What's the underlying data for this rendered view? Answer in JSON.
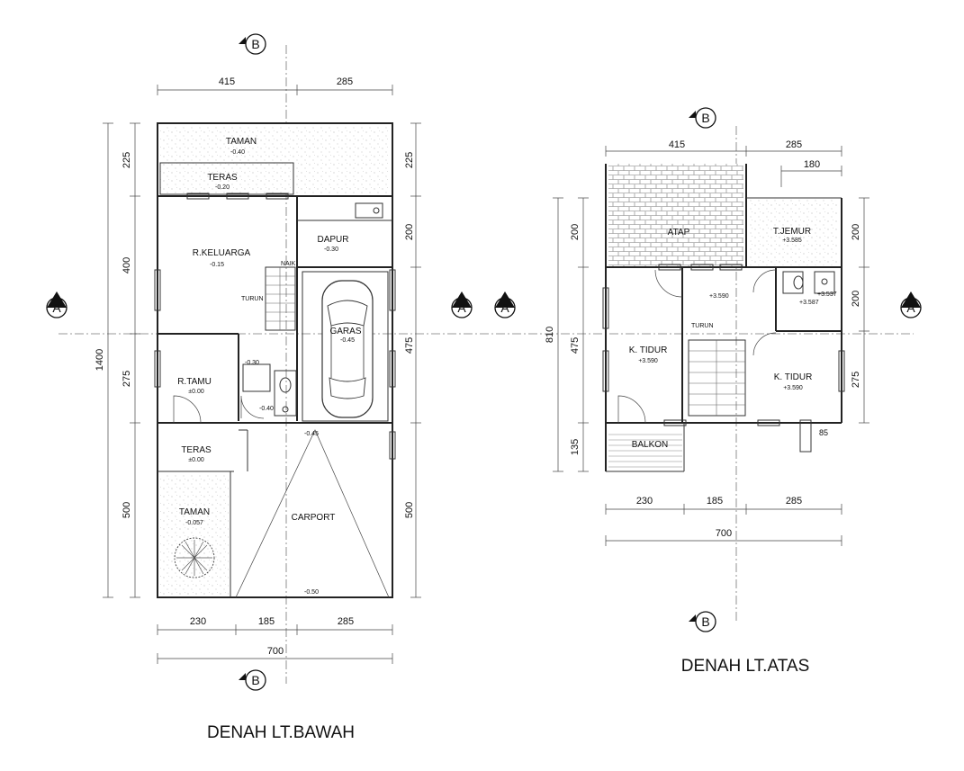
{
  "titles": {
    "ground": "DENAH LT.BAWAH",
    "upper": "DENAH LT.ATAS"
  },
  "section_markers": {
    "a": "A",
    "b": "B"
  },
  "ground_floor": {
    "rooms": {
      "taman_top": {
        "name": "TAMAN",
        "level": "-0.40"
      },
      "teras_top": {
        "name": "TERAS",
        "level": "-0.20"
      },
      "r_keluarga": {
        "name": "R.KELUARGA",
        "level": "-0.15"
      },
      "dapur": {
        "name": "DAPUR",
        "level": "-0.30"
      },
      "garas": {
        "name": "GARAS",
        "level": "-0.45"
      },
      "r_tamu": {
        "name": "R.TAMU",
        "level": "±0.00"
      },
      "teras_bottom": {
        "name": "TERAS",
        "level": "±0.00"
      },
      "taman_bottom": {
        "name": "TAMAN",
        "level": "-0.057"
      },
      "carport": {
        "name": "CARPORT",
        "level": "-0.50"
      }
    },
    "stair": {
      "naik": "NAIK",
      "turun": "TURUN"
    },
    "levels": {
      "stair_landing": "-0.30",
      "wc": "-0.40",
      "garage_edge": "-0.45"
    },
    "dims": {
      "top": [
        "415",
        "285"
      ],
      "bottom": [
        "230",
        "185",
        "285"
      ],
      "total": "700",
      "left": [
        "225",
        "400",
        "275",
        "500"
      ],
      "right": [
        "225",
        "200",
        "475",
        "500"
      ],
      "overall": "1400"
    }
  },
  "upper_floor": {
    "rooms": {
      "atap": {
        "name": "ATAP"
      },
      "t_jemur": {
        "name": "T.JEMUR",
        "level": "+3.585"
      },
      "k_tidur_left": {
        "name": "K. TIDUR",
        "level": "+3.590"
      },
      "k_tidur_right": {
        "name": "K. TIDUR",
        "level": "+3.590"
      },
      "balkon": {
        "name": "BALKON"
      }
    },
    "stair": {
      "turun": "TURUN"
    },
    "levels": {
      "hall": "+3.590",
      "wc1": "+3.537",
      "wc2": "+3.587"
    },
    "dims": {
      "top": [
        "415",
        "285"
      ],
      "top_sub": "180",
      "bottom": [
        "230",
        "185",
        "285"
      ],
      "total": "700",
      "left": [
        "200",
        "475",
        "135"
      ],
      "right": [
        "200",
        "200",
        "275"
      ],
      "right_small": "85",
      "overall": "810"
    }
  }
}
